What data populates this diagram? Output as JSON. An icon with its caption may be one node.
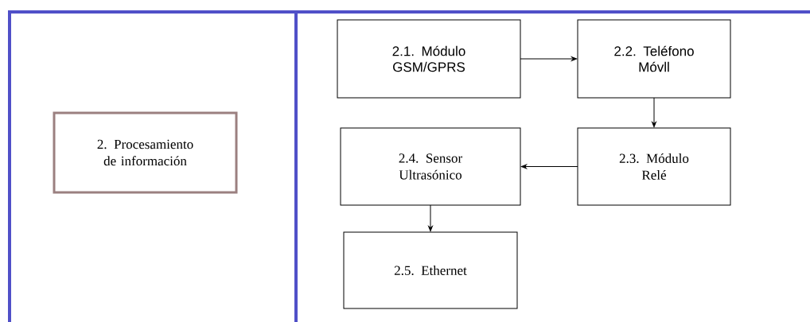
{
  "diagram": {
    "nodes": [
      {
        "text": [
          "2. Procesamiento de información"
        ]
      },
      {
        "text": [
          "2.1. Módulo GSM/GPRS"
        ]
      },
      {
        "text": [
          "2.2. Teléfono Móvll"
        ]
      },
      {
        "text": [
          "2.3. Módulo Relé"
        ]
      },
      {
        "text": [
          "2.4. Sensor Ultrasónico"
        ]
      },
      {
        "text": [
          "2.5. Ethernet"
        ]
      }
    ],
    "edges": [
      {
        "from": 1,
        "to": 2,
        "arrow": "to"
      },
      {
        "from": 2,
        "to": 3,
        "arrow": "to"
      },
      {
        "from": 3,
        "to": 4,
        "arrow": "to"
      },
      {
        "from": 4,
        "to": 5,
        "arrow": "to"
      }
    ]
  }
}
